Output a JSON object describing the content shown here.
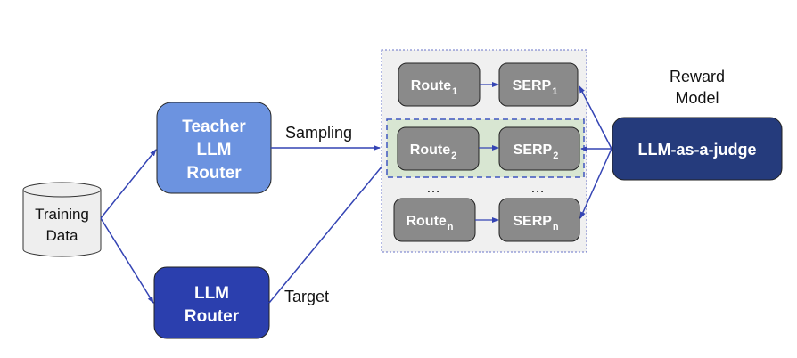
{
  "colors": {
    "teacher_box": "#6c93e0",
    "student_box": "#2b3fae",
    "judge_box": "#253b7c",
    "route_box": "#8a8a8a",
    "arrow": "#3444b4",
    "pool_bg": "#f0f0f0",
    "selected_bg": "#d8e6d2",
    "cylinder_fill": "#eeeeee"
  },
  "nodes": {
    "training_data": {
      "line1": "Training",
      "line2": "Data"
    },
    "teacher": {
      "line1": "Teacher",
      "line2": "LLM",
      "line3": "Router"
    },
    "student": {
      "line1": "LLM",
      "line2": "Router"
    },
    "judge": {
      "label": "LLM-as-a-judge"
    },
    "reward_model": {
      "line1": "Reward",
      "line2": "Model"
    }
  },
  "edge_labels": {
    "sampling": "Sampling",
    "target": "Target"
  },
  "pool": {
    "rows": [
      {
        "route": "Route",
        "route_sub": "1",
        "serp": "SERP",
        "serp_sub": "1"
      },
      {
        "route": "Route",
        "route_sub": "2",
        "serp": "SERP",
        "serp_sub": "2"
      },
      {
        "route": "Route",
        "route_sub": "n",
        "serp": "SERP",
        "serp_sub": "n"
      }
    ],
    "ellipsis": "…"
  }
}
